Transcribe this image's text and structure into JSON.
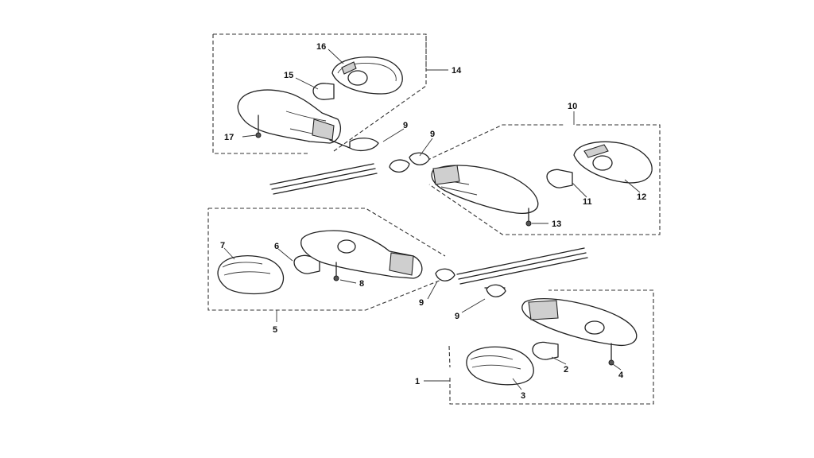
{
  "callouts": {
    "c1": "1",
    "c2": "2",
    "c3": "3",
    "c4": "4",
    "c5": "5",
    "c6": "6",
    "c7": "7",
    "c8": "8",
    "c9a": "9",
    "c9b": "9",
    "c9c": "9",
    "c9d": "9",
    "c10": "10",
    "c11": "11",
    "c12": "12",
    "c13": "13",
    "c14": "14",
    "c15": "15",
    "c16": "16",
    "c17": "17"
  }
}
